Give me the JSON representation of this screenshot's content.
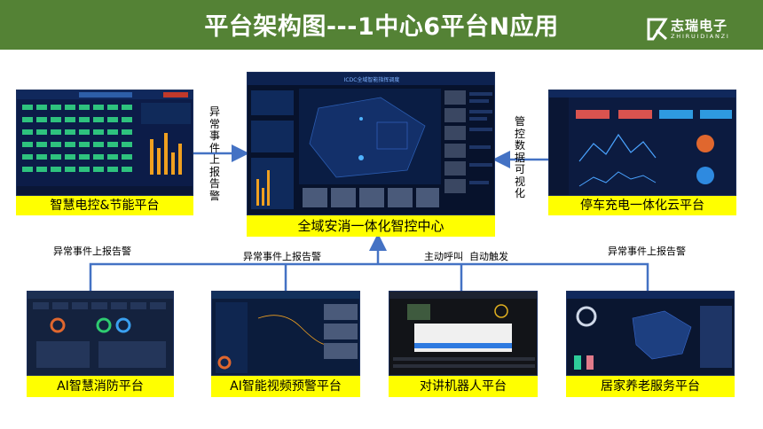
{
  "header": {
    "title": "平台架构图---1中心6平台N应用",
    "bg_color": "#548235"
  },
  "logo": {
    "name": "志瑞电子",
    "sub": "ZHIRUIDIANZI"
  },
  "center": {
    "label": "全域安消一体化智控中心",
    "screen_title": "ICDC全域智能指挥调度"
  },
  "top_platforms": {
    "left": {
      "label": "智慧电控&节能平台",
      "edge_label": "异常事件上报告警"
    },
    "right": {
      "label": "停车充电一体化云平台",
      "edge_label": "管控数据可视化"
    }
  },
  "bottom_platforms": [
    {
      "label": "AI智慧消防平台",
      "edge_label": "异常事件上报告警"
    },
    {
      "label": "AI智能视频预警平台",
      "edge_label": "异常事件上报告警"
    },
    {
      "label": "对讲机器人平台",
      "edge_label": "主动呼叫  自动触发"
    },
    {
      "label": "居家养老服务平台",
      "edge_label": "异常事件上报告警"
    }
  ],
  "colors": {
    "line": "#4472c4",
    "label_bg": "#ffff00",
    "screen_bg": "#0a1a3a"
  }
}
